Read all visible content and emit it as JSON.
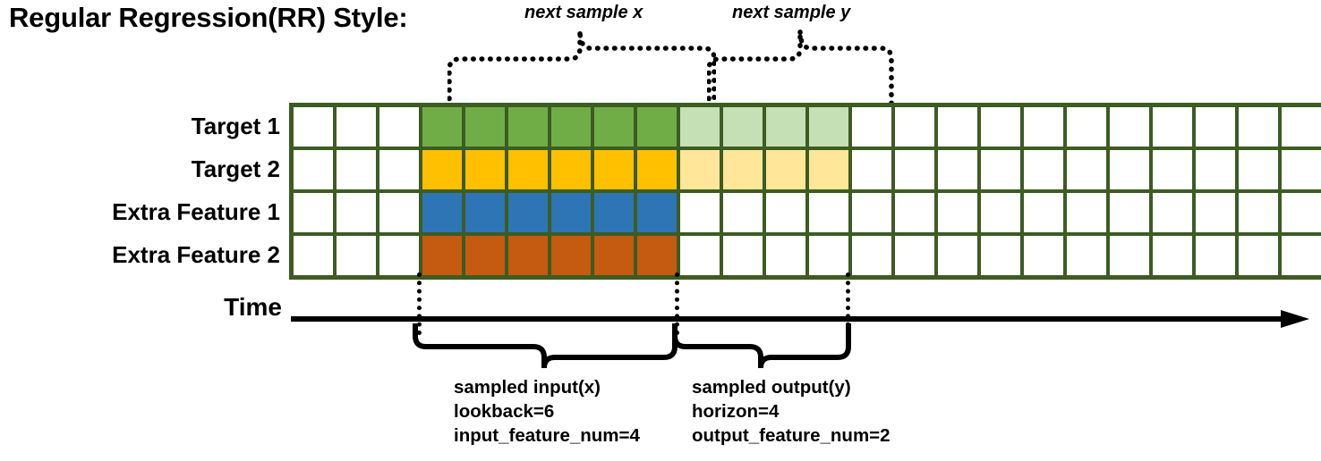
{
  "title": "Regular Regression(RR) Style:",
  "top_captions": {
    "x": "next sample x",
    "y": "next sample y"
  },
  "rows": [
    {
      "label": "Target 1",
      "fill": "#70AD47",
      "light": "#C5E0B4"
    },
    {
      "label": "Target 2",
      "fill": "#FFC000",
      "light": "#FFE699"
    },
    {
      "label": "Extra Feature 1",
      "fill": "#2E75B6",
      "light": null
    },
    {
      "label": "Extra Feature 2",
      "fill": "#C55A11",
      "light": null
    }
  ],
  "grid": {
    "total_columns": 24,
    "lead_blank_columns": 3,
    "input_columns": 6,
    "output_columns": 4,
    "trailing_blank_columns": 11,
    "border_color": "#3c5c22",
    "empty_color": "#ffffff"
  },
  "time_axis": {
    "label": "Time"
  },
  "bottom_blocks": {
    "input": {
      "line1": "sampled input(x)",
      "line2": "lookback=6",
      "line3": "input_feature_num=4"
    },
    "output": {
      "line1": "sampled output(y)",
      "line2": "horizon=4",
      "line3": "output_feature_num=2"
    }
  }
}
